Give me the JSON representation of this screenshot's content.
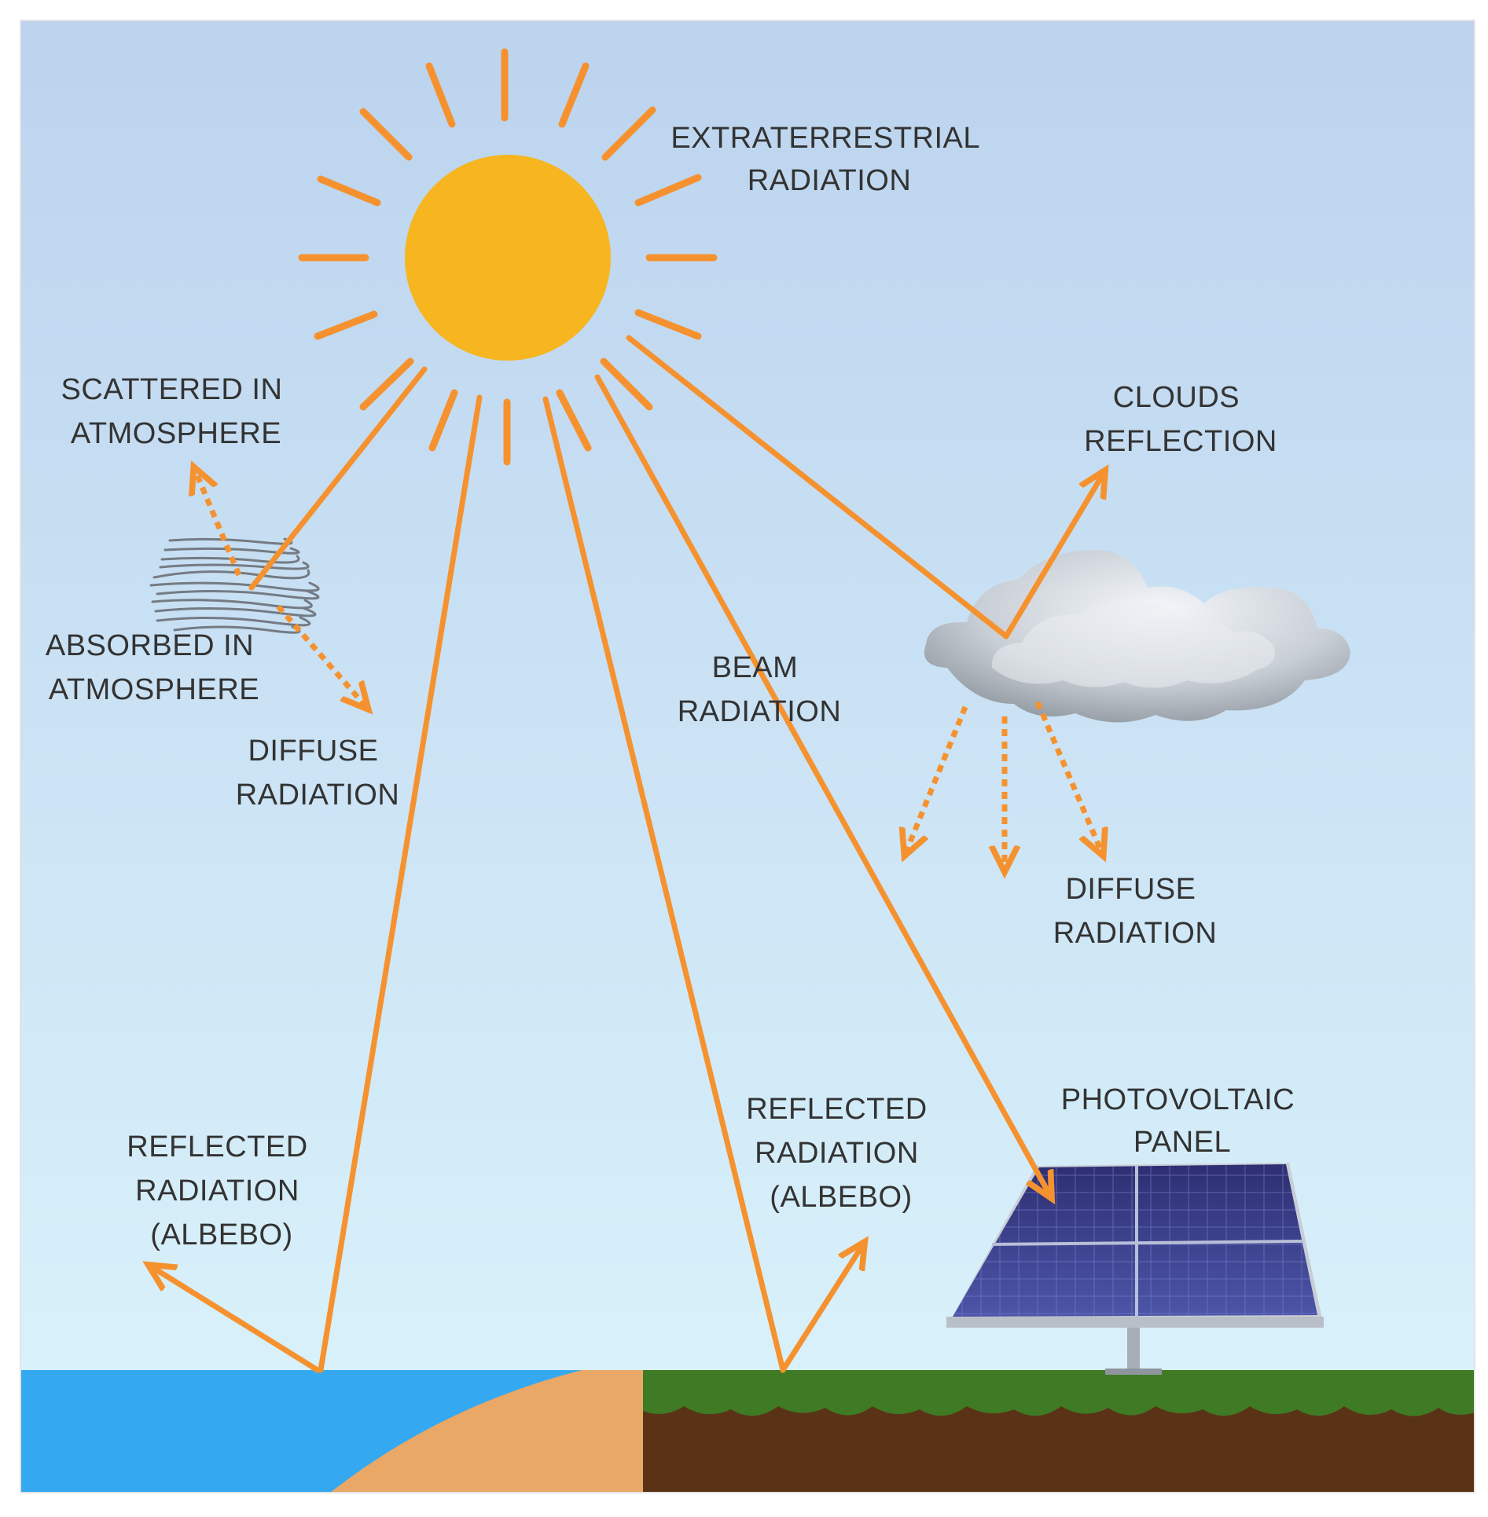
{
  "labels": {
    "extraterrestrial": [
      "EXTRATERRESTRIAL",
      "RADIATION"
    ],
    "scattered": [
      "SCATTERED IN",
      "ATMOSPHERE"
    ],
    "absorbed": [
      "ABSORBED IN",
      "ATMOSPHERE"
    ],
    "diffuse_left": [
      "DIFFUSE",
      "RADIATION"
    ],
    "beam": [
      "BEAM",
      "RADIATION"
    ],
    "clouds_reflection": [
      "CLOUDS",
      "REFLECTION"
    ],
    "diffuse_right": [
      "DIFFUSE",
      "RADIATION"
    ],
    "photovoltaic": [
      "PHOTOVOLTAIC",
      "PANEL"
    ],
    "reflected_left": [
      "REFLECTED",
      "RADIATION",
      "(ALBEBO)"
    ],
    "reflected_right": [
      "REFLECTED",
      "RADIATION",
      "(ALBEBO)"
    ]
  },
  "colors": {
    "sun": "#F7B520",
    "ray": "#F5922F",
    "sky_top": "#BCD3EE",
    "sky_bottom": "#D8F1FA",
    "water": "#34A9F2",
    "sand": "#E9A865",
    "grass": "#3F7A24",
    "soil": "#5A3317",
    "panel": "#3A3C86"
  },
  "icons": [
    "sun-icon",
    "cloud-icon",
    "atmosphere-haze-icon",
    "solar-panel-icon"
  ]
}
